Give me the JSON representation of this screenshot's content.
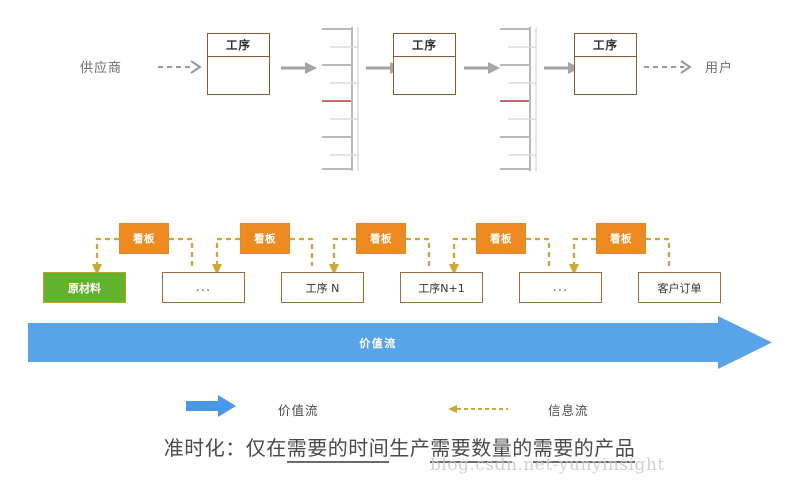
{
  "diagram": {
    "title_caption": {
      "prefix": "准时化：仅在",
      "seg1_underlined": "需要的时间",
      "mid1": "生产",
      "seg2_underlined": "需要数量",
      "mid2": "的",
      "seg3_underlined": "需要的产品"
    },
    "watermark": "blog.csdn.net-yunyinsight",
    "top_row": {
      "left_label": "供应商",
      "right_label": "用户",
      "process_boxes": [
        {
          "label": "工序"
        },
        {
          "label": "工序"
        },
        {
          "label": "工序"
        }
      ],
      "inventory_racks": [
        {
          "name": "inventory-rack-1"
        },
        {
          "name": "inventory-rack-2"
        }
      ],
      "arrows": {
        "dashed_in": "supplier-to-process-dashed-arrow",
        "dashed_out": "process-to-customer-dashed-arrow",
        "solid": "push-arrow"
      }
    },
    "kanban_row": {
      "kanban_label": "看板",
      "kanban_cards": [
        {
          "label": "看板"
        },
        {
          "label": "看板"
        },
        {
          "label": "看板"
        },
        {
          "label": "看板"
        },
        {
          "label": "看板"
        }
      ],
      "process_boxes": [
        {
          "label": "原材料",
          "type": "raw-material",
          "color": "#62B22E"
        },
        {
          "label": "...",
          "type": "ellipsis",
          "color": "#FFFFFF"
        },
        {
          "label": "工序 N",
          "type": "process",
          "color": "#FFFFFF"
        },
        {
          "label": "工序N+1",
          "type": "process",
          "color": "#FFFFFF"
        },
        {
          "label": "...",
          "type": "ellipsis",
          "color": "#FFFFFF"
        },
        {
          "label": "客户订单",
          "type": "customer-order",
          "color": "#FFFFFF"
        }
      ]
    },
    "value_stream_arrow": {
      "label": "价值流",
      "color": "#58A3EA"
    },
    "legend": {
      "items": [
        {
          "label": "价值流",
          "swatch": "blue-solid-arrow",
          "color": "#4A96E8"
        },
        {
          "label": "信息流",
          "swatch": "yellow-dashed-arrow",
          "color": "#C8A93A"
        }
      ]
    }
  },
  "colors": {
    "kanban_orange": "#ED8B22",
    "process_border_brown": "#8a5a33",
    "value_stream_blue": "#58A3EA",
    "raw_material_green": "#62B22E",
    "info_flow_yellow": "#C8A93A"
  }
}
